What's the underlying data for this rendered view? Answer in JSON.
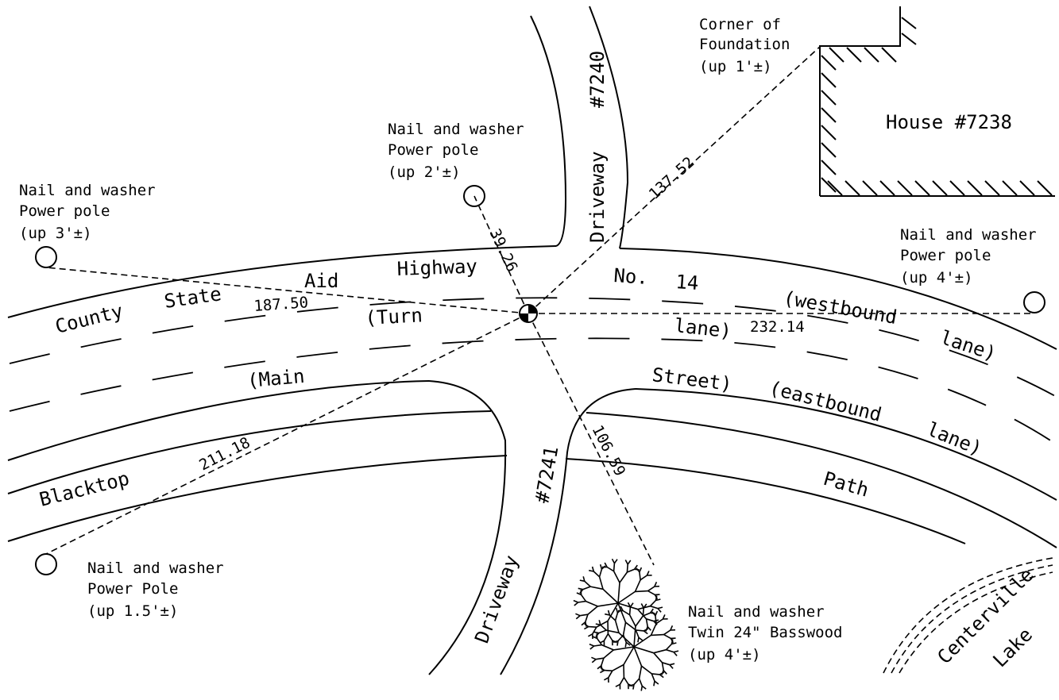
{
  "road": {
    "words": [
      "County",
      "State",
      "Aid",
      "Highway",
      "No.",
      "14"
    ],
    "turn_lane_open": "(Turn",
    "turn_lane_close": "lane)",
    "main_open": "(Main",
    "main_close": "Street)",
    "westbound_open": "(westbound",
    "westbound_close": "lane)",
    "eastbound_open": "(eastbound",
    "eastbound_close": "lane)"
  },
  "path": {
    "left_label": "Blacktop",
    "right_label": "Path"
  },
  "driveways": {
    "north_label": "Driveway",
    "north_number": "#7240",
    "south_label": "Driveway",
    "south_number": "#7241"
  },
  "house": {
    "label": "House #7238"
  },
  "lake": {
    "words": [
      "Centerville",
      "Lake"
    ]
  },
  "references": {
    "foundation": {
      "lines": [
        "Corner of",
        "Foundation",
        "(up 1'±)"
      ],
      "distance": "137.52"
    },
    "pole_north": {
      "lines": [
        "Nail and washer",
        "Power pole",
        "(up 2'±)"
      ],
      "distance": "39.26"
    },
    "pole_west": {
      "lines": [
        "Nail and washer",
        "Power pole",
        "(up 3'±)"
      ],
      "distance": "187.50"
    },
    "pole_east": {
      "lines": [
        "Nail and washer",
        "Power pole",
        "(up 4'±)"
      ],
      "distance": "232.14"
    },
    "pole_southwest": {
      "lines": [
        "Nail and washer",
        "Power Pole",
        "(up 1.5'±)"
      ],
      "distance": "211.18"
    },
    "basswood": {
      "lines": [
        "Nail and washer",
        "Twin 24\" Basswood",
        "(up 4'±)"
      ],
      "distance": "106.59"
    }
  }
}
